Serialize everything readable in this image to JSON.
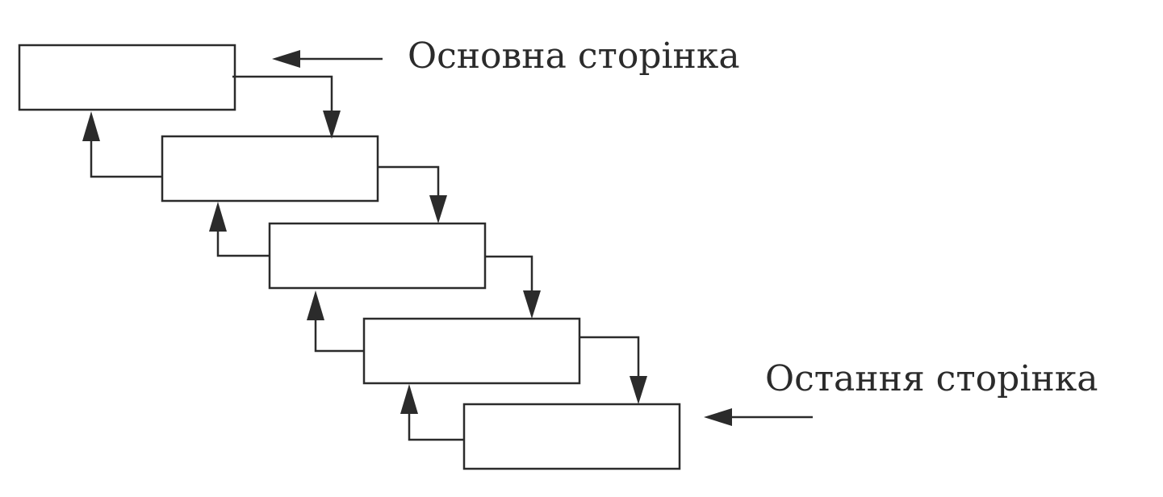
{
  "diagram": {
    "labels": {
      "main_page": "Основна сторінка",
      "last_page": "Остання сторінка"
    },
    "pages": [
      {
        "id": "page-1"
      },
      {
        "id": "page-2"
      },
      {
        "id": "page-3"
      },
      {
        "id": "page-4"
      },
      {
        "id": "page-5"
      }
    ],
    "colors": {
      "stroke": "#2b2b2b",
      "background": "#ffffff"
    }
  }
}
